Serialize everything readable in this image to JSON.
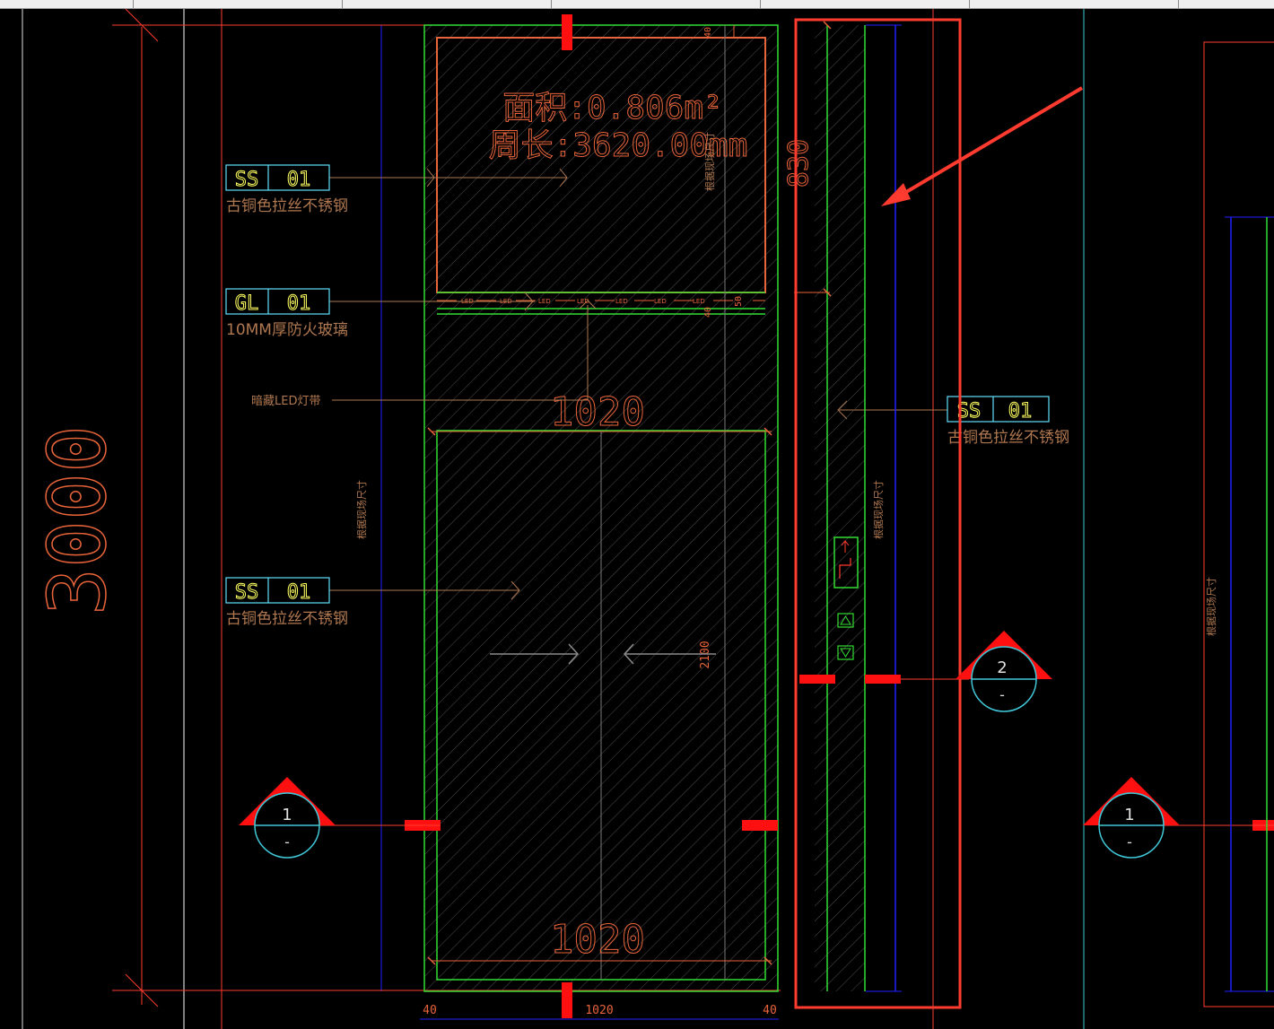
{
  "app": {
    "tab_count": 6
  },
  "drawing": {
    "colors": {
      "background": "#000000",
      "outline_red": "#ff3b2f",
      "dim_orange": "#e8643a",
      "frame_green": "#33dd33",
      "axis_blue": "#2020ff",
      "grid_cyan": "#40c8d8",
      "label_yellow": "#ffff60",
      "label_box_cyan": "#60e0ff",
      "leader_brown": "#b07850",
      "hatch_gray": "#5a5a5a",
      "marker_red": "#ff1010"
    },
    "overall_height": "3000",
    "area_label": "面积:0.806m²",
    "perimeter_label": "周长:3620.00mm",
    "dim_width_upper": "1020",
    "dim_width_lower": "1020",
    "dim_bottom_center": "1020",
    "dim_bottom_left": "40",
    "dim_bottom_right": "40",
    "dim_side_height": "830",
    "dim_door_height": "2100",
    "dim_transom_small": "40",
    "dim_transom_small2": "50",
    "dim_top_small": "40",
    "vert_note": "根据现场尺寸",
    "led_text": "LED",
    "tags": [
      {
        "code": "SS",
        "num": "01",
        "desc": "古铜色拉丝不锈钢"
      },
      {
        "code": "GL",
        "num": "01",
        "desc": "10MM厚防火玻璃"
      },
      {
        "code": "SS",
        "num": "01",
        "desc": "古铜色拉丝不锈钢"
      },
      {
        "code": "SS",
        "num": "01",
        "desc": "古铜色拉丝不锈钢"
      }
    ],
    "led_note": "暗藏LED灯带",
    "section_markers": [
      {
        "num": "1",
        "sub": "-"
      },
      {
        "num": "2",
        "sub": "-"
      },
      {
        "num": "1",
        "sub": "-"
      }
    ]
  }
}
